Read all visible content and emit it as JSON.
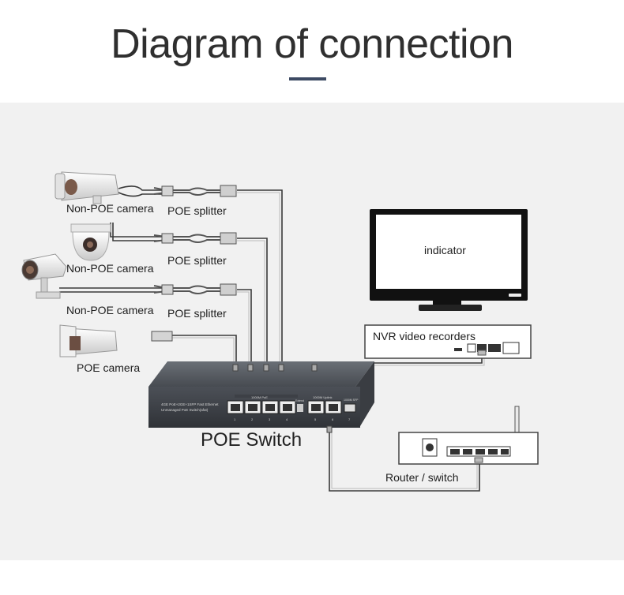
{
  "title": "Diagram of connection",
  "labels": {
    "camera1": "Non-POE camera",
    "camera2": "Non-POE camera",
    "camera3": "Non-POE camera",
    "camera4": "POE camera",
    "splitter1": "POE splitter",
    "splitter2": "POE splitter",
    "splitter3": "POE splitter",
    "monitor": "indicator",
    "nvr": "NVR video recorders",
    "switch": "POE Switch",
    "router": "Router / switch"
  },
  "switch_panel": {
    "model_line1": "4GE PoE+2GE+1SFP Fast Ethernet",
    "model_line2": "Unmanaged PoE Switch(afat)",
    "poe_group": "1000M PoE",
    "uplink_group": "1000M Uplink",
    "sfp_group": "1000M SFP",
    "extend_label": "Extend",
    "port_numbers": [
      "1",
      "2",
      "3",
      "4",
      "5",
      "6",
      "7"
    ]
  }
}
